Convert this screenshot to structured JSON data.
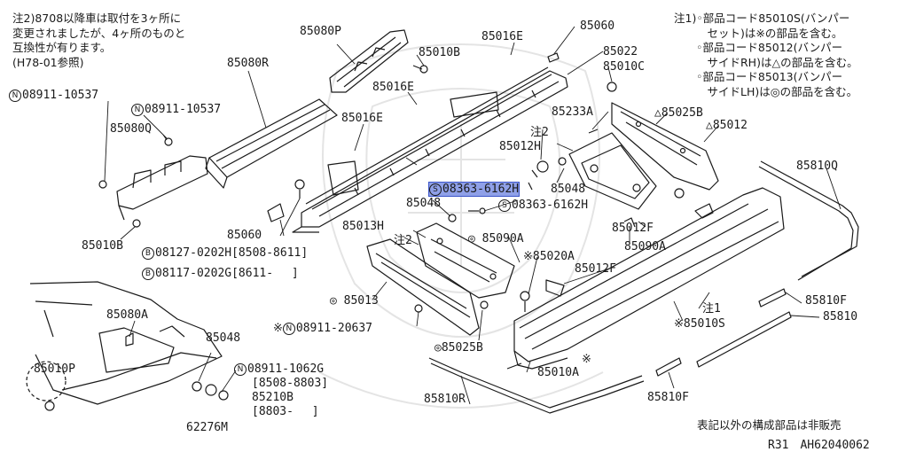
{
  "notes": {
    "note2": "注2)8708以降車は取付を3ヶ所に\n変更されましたが、4ヶ所のものと\n互換性が有ります。\n(H78-01参照)",
    "note1": "注1)◦部品コード85010S(バンパー\n　　　セット)は※の部品を含む。\n　　◦部品コード85012(バンパー\n　　　サイドRH)は△の部品を含む。\n　　◦部品コード85013(バンパー\n　　　サイドLH)は◎の部品を含む。"
  },
  "labels": {
    "l85080P": "85080P",
    "l85010B_top": "85010B",
    "l85016E_top": "85016E",
    "l85060_top": "85060",
    "l85022": "85022",
    "l85010C": "85010C",
    "l85080R": "85080R",
    "l85016E_mid": "85016E",
    "l08911_10537_a": "08911-10537",
    "l08911_10537_b": "08911-10537",
    "l85080Q": "85080Q",
    "l85016E_low": "85016E",
    "l85233A": "85233A",
    "l85025B_top": "△85025B",
    "l85012": "△85012",
    "l85012H": "85012H",
    "l08363_6162H_a": "08363-6162H",
    "l85048_a": "85048",
    "l08363_6162H_b": "08363-6162H",
    "l85048_b": "85048",
    "l85013H": "85013H",
    "l85060_low": "85060",
    "l85010B_left": "85010B",
    "l08127": "08127-0202H[8508-8611]",
    "l08117": "08117-0202G[8611-　 ]",
    "l85090A_a": "◎ 85090A",
    "l85090A_b": "85090A",
    "l85012F_a": "85012F",
    "l85020A": "※85020A",
    "l85012F_b": "85012F",
    "l85013": "◎ 85013",
    "l85080A": "85080A",
    "l85048_c": "85048",
    "l08911_20637": "08911-20637",
    "l85025B_low": "◎85025B",
    "l85010P": "85010P",
    "l08911_1062G": "08911-1062G",
    "l8508_8803": "[8508-8803]",
    "l85210B": "85210B",
    "l8803": "[8803-　 ]",
    "l62276M": "62276M",
    "l85810R": "85810R",
    "l85010A": "85010A",
    "l85810F_low": "85810F",
    "l85810Q": "85810Q",
    "l85810F_right": "85810F",
    "l85810": "85810",
    "l85010S": "※85010S",
    "l_note1_tag": "注1",
    "l_note2_tag_a": "注2",
    "l_note2_tag_b": "注2",
    "l_asterisk": "※"
  },
  "symbols": {
    "n": "N",
    "b": "B",
    "s": "S"
  },
  "footer": {
    "not_sold": "表記以外の構成部品は非販売",
    "code": "R31　AH62040062"
  },
  "highlight_color": "#8fa0e8"
}
